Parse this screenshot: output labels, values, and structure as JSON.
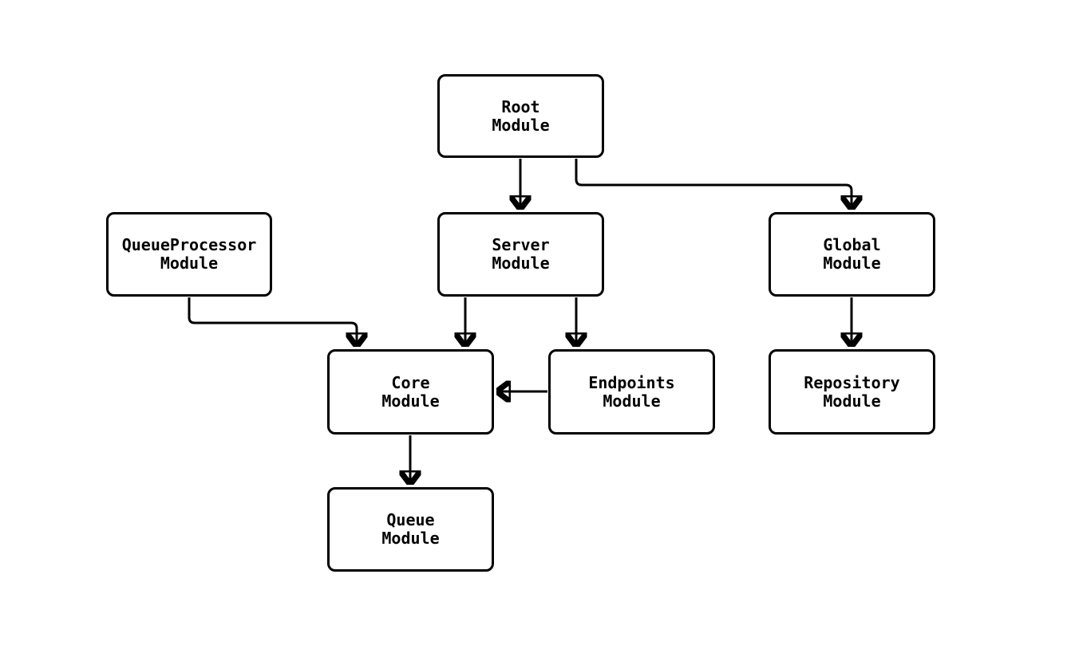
{
  "diagram": {
    "type": "flowchart",
    "background_color": "#ffffff",
    "stroke_color": "#000000",
    "node_fill_color": "#ffffff",
    "text_color": "#000000",
    "nodes": [
      {
        "id": "root",
        "label_lines": [
          "Root",
          "Module"
        ]
      },
      {
        "id": "server",
        "label_lines": [
          "Server",
          "Module"
        ]
      },
      {
        "id": "global",
        "label_lines": [
          "Global",
          "Module"
        ]
      },
      {
        "id": "queueprocessor",
        "label_lines": [
          "QueueProcessor",
          "Module"
        ]
      },
      {
        "id": "core",
        "label_lines": [
          "Core",
          "Module"
        ]
      },
      {
        "id": "endpoints",
        "label_lines": [
          "Endpoints",
          "Module"
        ]
      },
      {
        "id": "repository",
        "label_lines": [
          "Repository",
          "Module"
        ]
      },
      {
        "id": "queue",
        "label_lines": [
          "Queue",
          "Module"
        ]
      }
    ],
    "edges": [
      {
        "from": "root",
        "to": "server"
      },
      {
        "from": "root",
        "to": "global"
      },
      {
        "from": "queueprocessor",
        "to": "core"
      },
      {
        "from": "server",
        "to": "core"
      },
      {
        "from": "server",
        "to": "endpoints"
      },
      {
        "from": "endpoints",
        "to": "core"
      },
      {
        "from": "global",
        "to": "repository"
      },
      {
        "from": "core",
        "to": "queue"
      }
    ]
  }
}
